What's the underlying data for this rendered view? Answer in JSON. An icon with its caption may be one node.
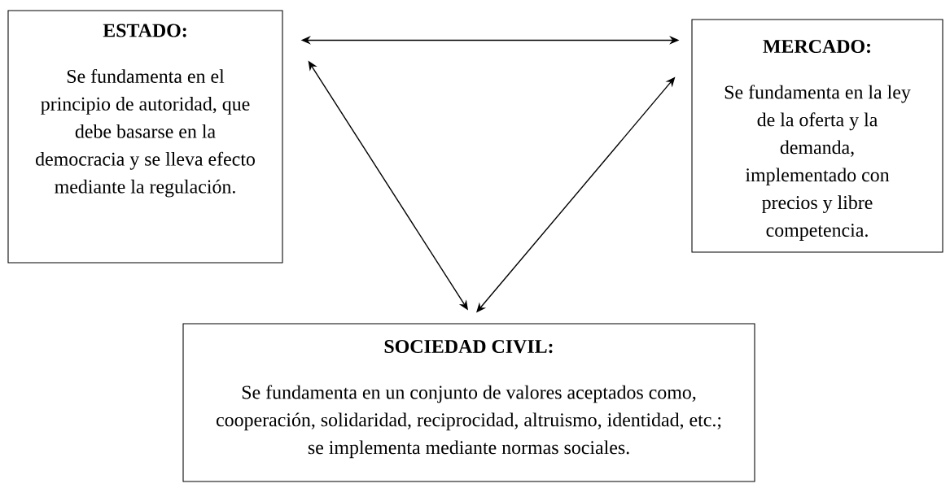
{
  "diagram": {
    "nodes": [
      {
        "text": [
          "ESTADO:",
          "Se fundamenta en el principio de autoridad, que debe basarse en la democracia y se lleva efecto mediante la regulación."
        ]
      },
      {
        "text": [
          "MERCADO:",
          "Se fundamenta en la ley de la oferta y la demanda, implementado con precios y libre competencia."
        ]
      },
      {
        "text": [
          "SOCIEDAD CIVIL:",
          "Se fundamenta en un conjunto de valores aceptados como, cooperación, solidaridad, reciprocidad, altruismo, identidad, etc.; se implementa mediante normas sociales."
        ]
      }
    ],
    "edges": [
      {
        "from": 0,
        "to": 1,
        "arrow": "both"
      },
      {
        "from": 0,
        "to": 2,
        "arrow": "both"
      },
      {
        "from": 1,
        "to": 2,
        "arrow": "both"
      }
    ]
  }
}
